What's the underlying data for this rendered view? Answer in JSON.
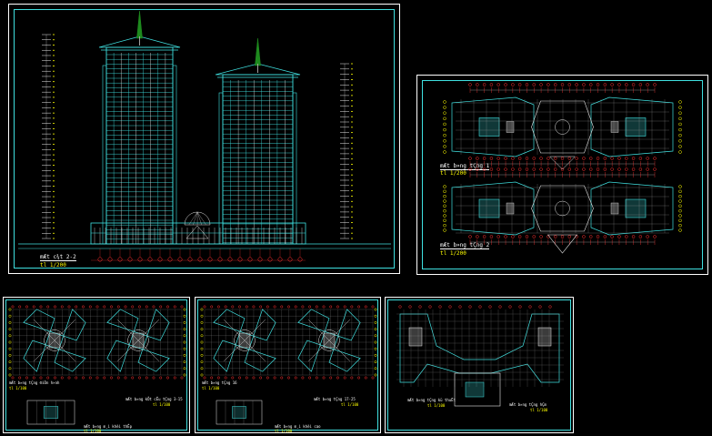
{
  "colors": {
    "frame": "#ffffff",
    "cyan": "#3fe0e0",
    "grid": "#e8e8e8",
    "red": "#ff3030",
    "yellow": "#ffff00",
    "green": "#1e8a1e",
    "magenta": "#ff40ff",
    "gray": "#a0a0a0"
  },
  "sheets": {
    "elevation": {
      "title": "mÆt c¾t 2-2",
      "scale": "tl 1/200"
    },
    "plans_top": {
      "plan_1": {
        "title": "mÆt b»ng tÇng 1",
        "scale": "tl 1/200"
      },
      "plan_2": {
        "title": "mÆt b»ng tÇng 2",
        "scale": "tl 1/200"
      }
    },
    "typical_a": {
      "caption_1": "mÆt b»ng tÇng ®iÓn h×nh",
      "scale_1": "tl 1/100",
      "caption_2": "mÆt b»ng kÕt cÊu tÇng 3-15",
      "scale_2": "tl 1/100",
      "caption_3": "mÆt b»ng m¸i khèi thÊp",
      "scale_3": "tl 1/100"
    },
    "typical_b": {
      "caption_1": "mÆt b»ng tÇng 16",
      "scale_1": "tl 1/100",
      "caption_2": "mÆt b»ng tÇng 17-25",
      "scale_2": "tl 1/100",
      "caption_3": "mÆt b»ng m¸i khèi cao",
      "scale_3": "tl 1/100"
    },
    "podium": {
      "caption_1": "mÆt b»ng tÇng kü thuËt",
      "scale_1": "tl 1/100",
      "caption_2": "mÆt b»ng tÇng hÇm",
      "scale_2": "tl 1/100"
    }
  }
}
